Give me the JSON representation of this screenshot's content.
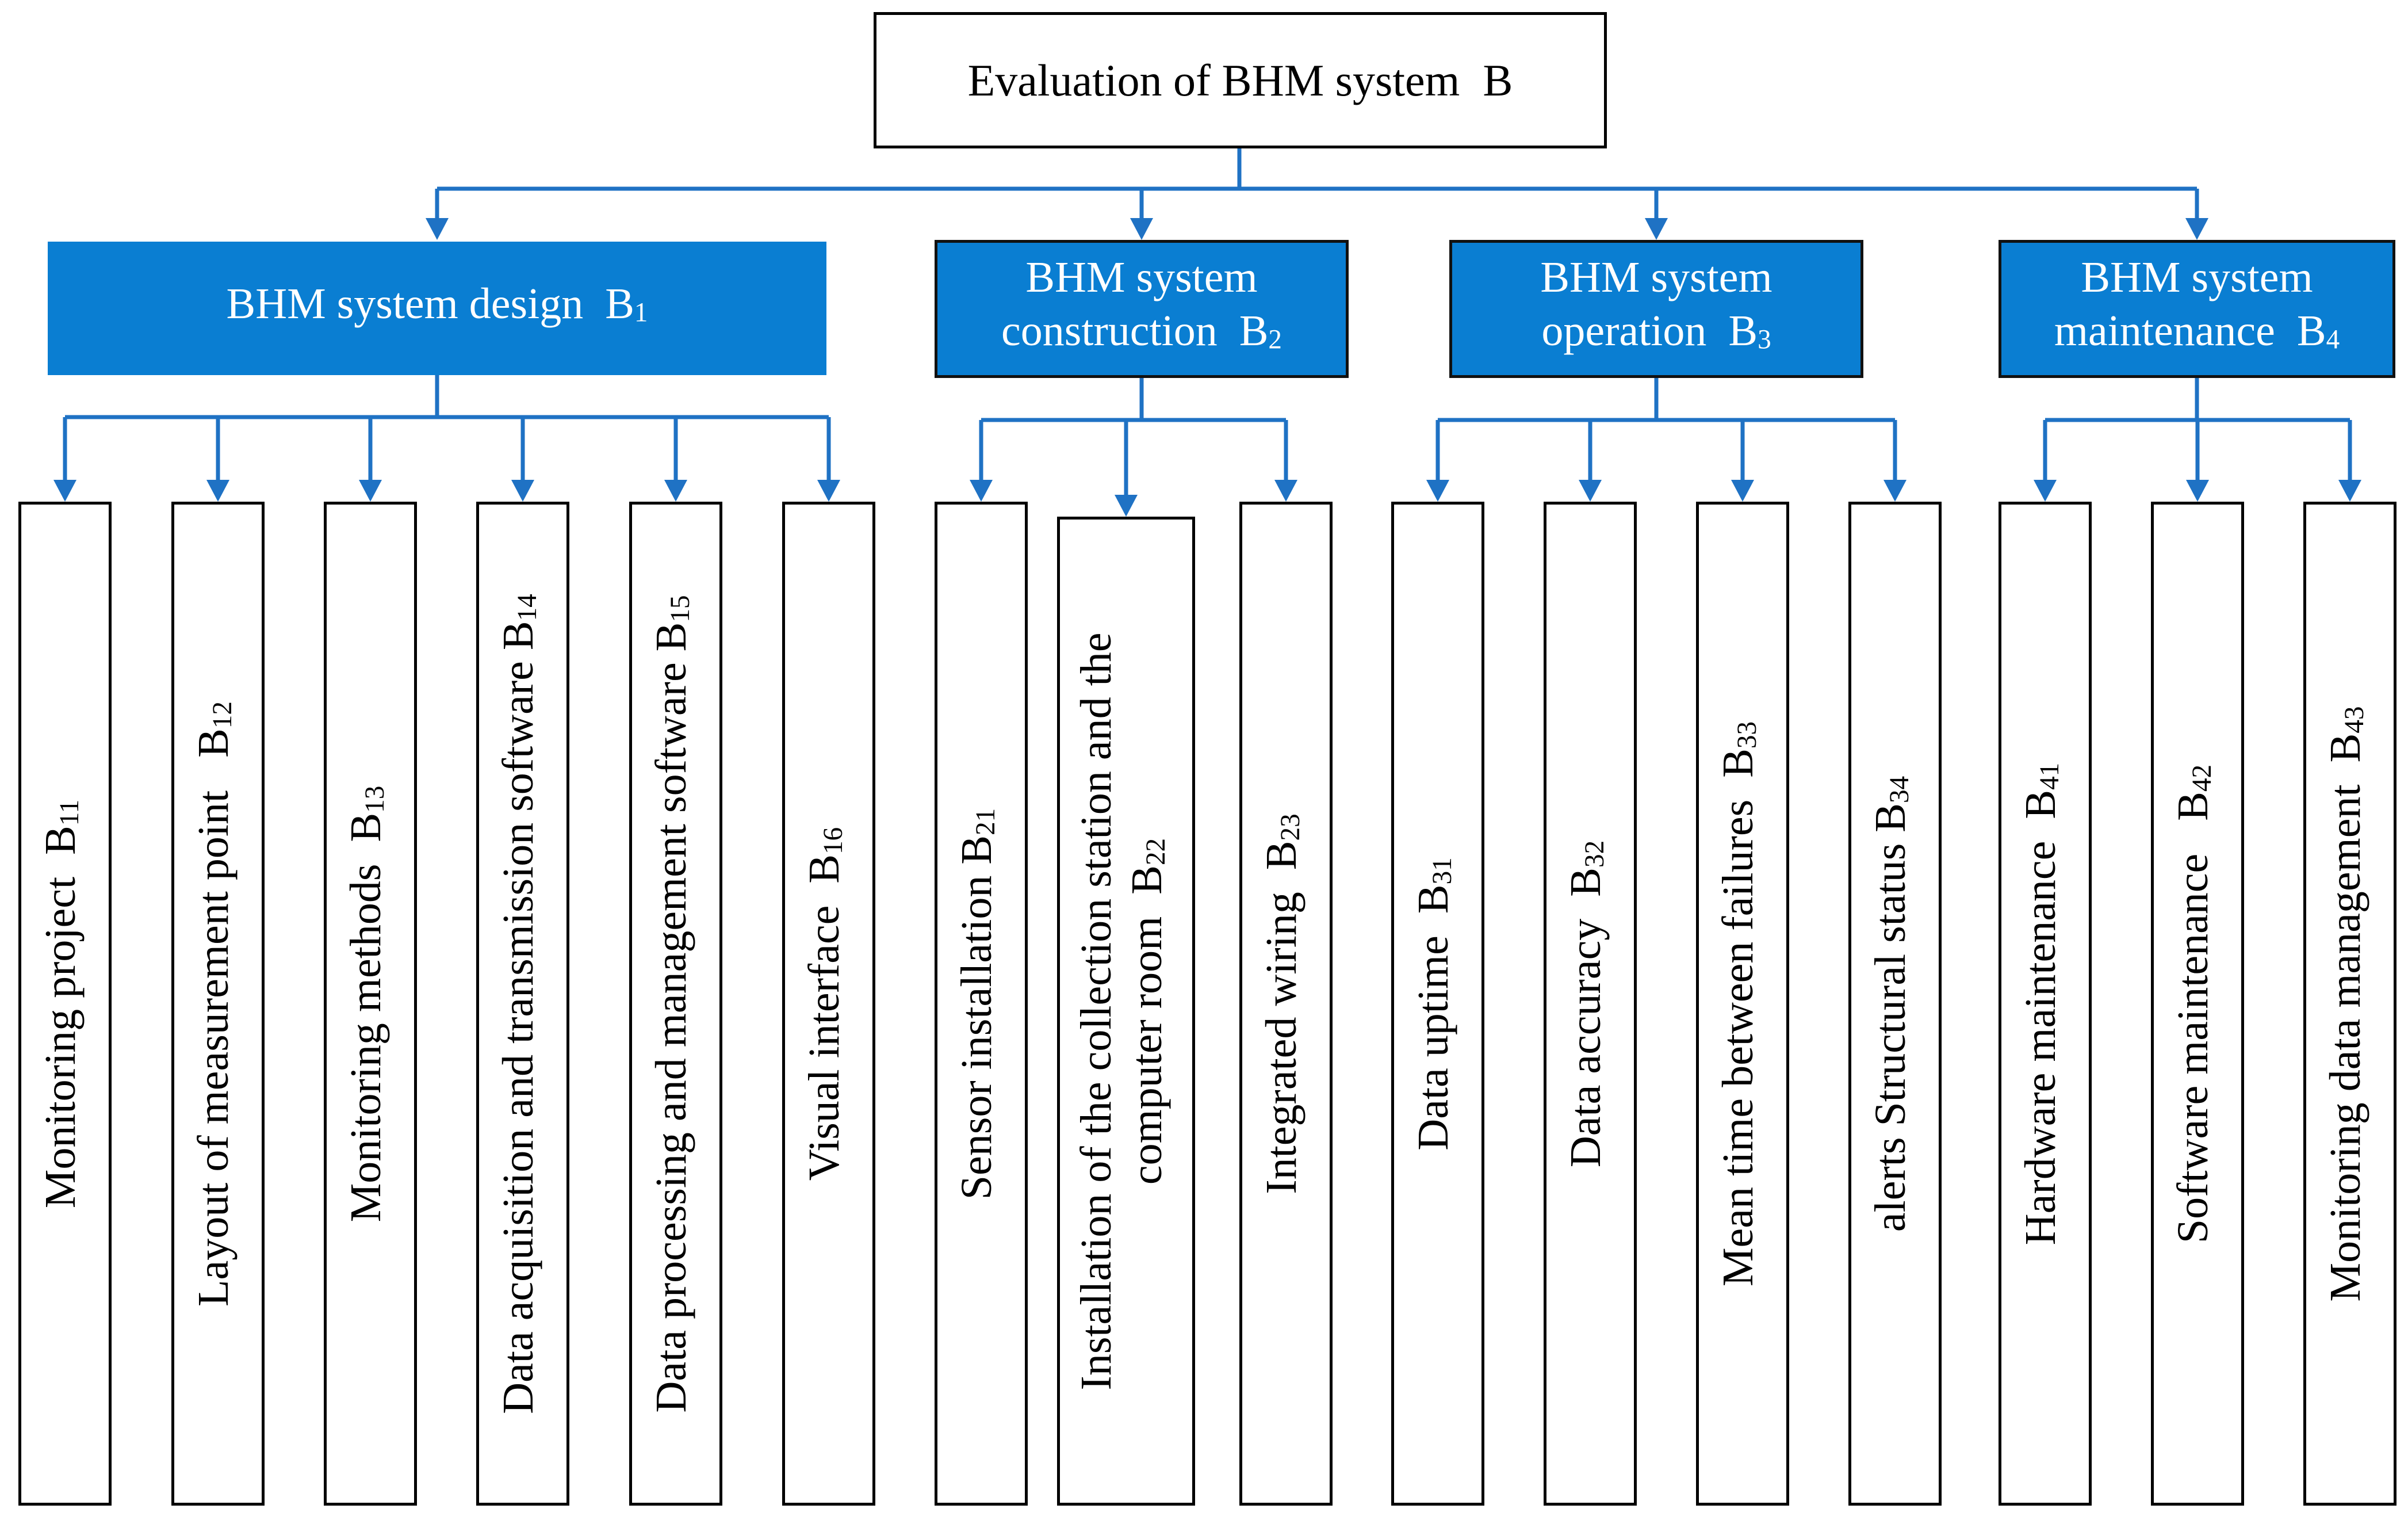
{
  "root": {
    "label": "Evaluation of BHM system",
    "code": "B"
  },
  "categories": [
    {
      "lines": [
        "BHM system design"
      ],
      "code": "B",
      "sub": "1"
    },
    {
      "lines": [
        "BHM system",
        "construction"
      ],
      "code": "B",
      "sub": "2"
    },
    {
      "lines": [
        "BHM system",
        "operation"
      ],
      "code": "B",
      "sub": "3"
    },
    {
      "lines": [
        "BHM system",
        "maintenance"
      ],
      "code": "B",
      "sub": "4"
    }
  ],
  "indicators": [
    {
      "label": "Monitoring  project",
      "code": "B",
      "sub": "11"
    },
    {
      "label": "Layout of measurement point",
      "code": "B",
      "sub": "12"
    },
    {
      "label": "Monitoring methods",
      "code": "B",
      "sub": "13"
    },
    {
      "label": "Data acquisition and transmission software",
      "code": "B",
      "sub": "14"
    },
    {
      "label": "Data processing and management software",
      "code": "B",
      "sub": "15"
    },
    {
      "label": "Visual interface",
      "code": "B",
      "sub": "16"
    },
    {
      "label": "Sensor installation",
      "code": "B",
      "sub": "21"
    },
    {
      "label": "Installation of the collection station and the",
      "label2": "computer room",
      "code": "B",
      "sub": "22"
    },
    {
      "label": "Integrated wiring",
      "code": "B",
      "sub": "23"
    },
    {
      "label": "Data uptime",
      "code": "B",
      "sub": "31"
    },
    {
      "label": "Data accuracy",
      "code": "B",
      "sub": "32"
    },
    {
      "label": "Mean time between failures",
      "code": "B",
      "sub": "33"
    },
    {
      "label": "alerts  Structural status",
      "code": "B",
      "sub": "34"
    },
    {
      "label": "Hardware maintenance",
      "code": "B",
      "sub": "41"
    },
    {
      "label": "Software maintenance",
      "code": "B",
      "sub": "42"
    },
    {
      "label": "Monitoring data management",
      "code": "B",
      "sub": "43"
    }
  ],
  "colors": {
    "category_fill": "#0a7ed2",
    "connector": "#1f72c4",
    "border": "#000000"
  }
}
